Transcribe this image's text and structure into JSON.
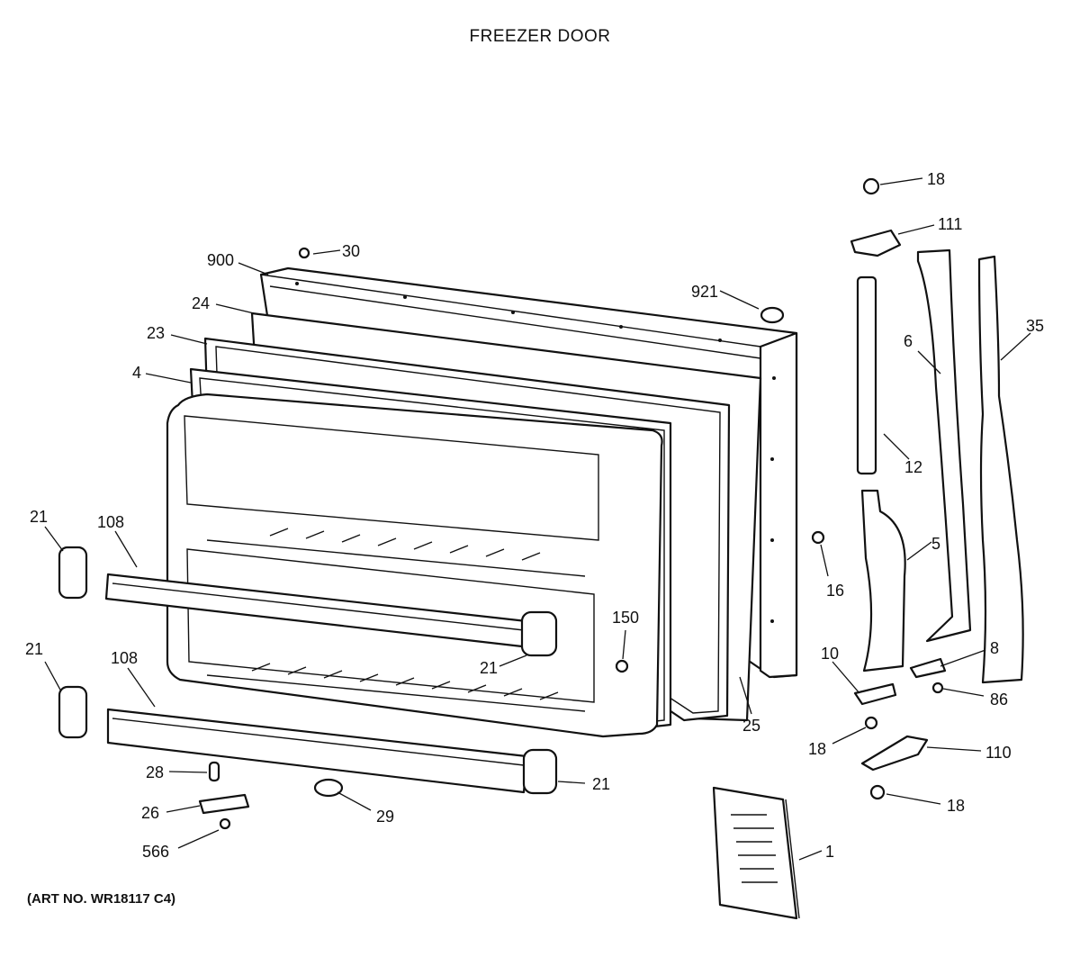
{
  "title": "FREEZER DOOR",
  "art_number": "(ART NO. WR18117 C4)",
  "colors": {
    "line": "#111111",
    "background": "#ffffff"
  },
  "callouts": {
    "c18a": "18",
    "c111": "111",
    "c30": "30",
    "c900": "900",
    "c921": "921",
    "c24": "24",
    "c23": "23",
    "c4": "4",
    "c6": "6",
    "c35": "35",
    "c12": "12",
    "c16": "16",
    "c5": "5",
    "c21a": "21",
    "c108a": "108",
    "c150": "150",
    "c21b": "21",
    "c21c": "21",
    "c108b": "108",
    "c10": "10",
    "c8": "8",
    "c86": "86",
    "c25": "25",
    "c18b": "18",
    "c110": "110",
    "c28": "28",
    "c21d": "21",
    "c26": "26",
    "c29": "29",
    "c18c": "18",
    "c566": "566",
    "c1": "1"
  }
}
